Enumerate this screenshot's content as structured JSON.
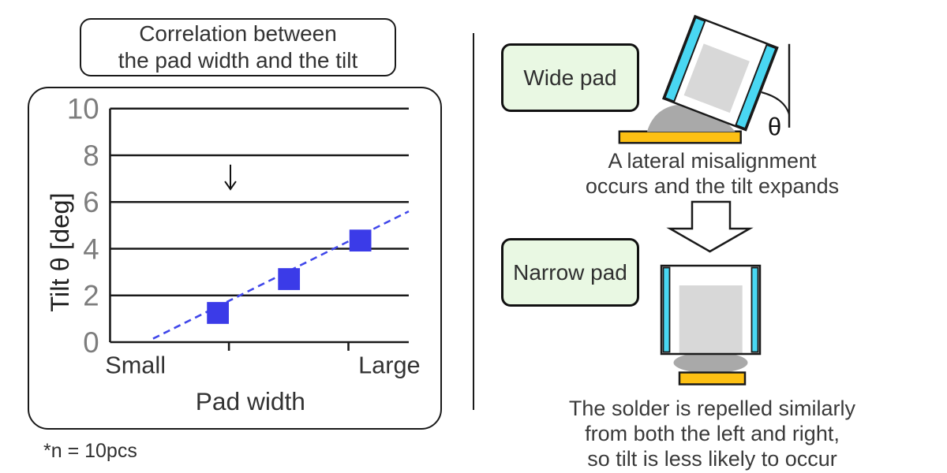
{
  "chart_panel": {
    "title": "Correlation between\nthe pad width and the tilt",
    "note": "*n = 10pcs"
  },
  "chart_data": {
    "type": "scatter",
    "title": "Correlation between the pad width and the tilt",
    "xlabel": "Pad width",
    "ylabel": "Tilt θ [deg]",
    "ylim": [
      0,
      10
    ],
    "yticks": [
      0,
      2,
      4,
      6,
      8,
      10
    ],
    "grid": true,
    "legend": null,
    "x_category_labels": [
      {
        "label": "Small",
        "x_frac": 0.085
      },
      {
        "label": "Large",
        "x_frac": 0.935
      }
    ],
    "x_tick_fracs": [
      0.398,
      0.798
    ],
    "points": [
      {
        "x_frac": 0.361,
        "y": 1.25
      },
      {
        "x_frac": 0.599,
        "y": 2.7
      },
      {
        "x_frac": 0.838,
        "y": 4.35
      }
    ],
    "marker": {
      "shape": "square",
      "size": 28,
      "color": "#3b3be8"
    },
    "trendline": {
      "style": "dashed",
      "color": "#4047ea",
      "from": {
        "x_frac": 0.144,
        "y": 0.15
      },
      "to": {
        "x_frac": 1.0,
        "y": 5.6
      }
    },
    "annotation_arrow": {
      "x_frac": 0.403,
      "y_from": 7.6,
      "y_to": 6.55
    },
    "note": "*n = 10pcs"
  },
  "right_panel": {
    "wide_section": {
      "label": "Wide pad",
      "caption": "A lateral misalignment\noccurs and the tilt expands",
      "theta_symbol": "θ"
    },
    "narrow_section": {
      "label": "Narrow pad",
      "caption": "The solder is repelled similarly\nfrom both the left and right,\nso tilt is less likely to occur"
    }
  },
  "colors": {
    "electrode_cyan": "#49d7f2",
    "pad_orange": "#fdc013",
    "solder_gray": "#a9a9a9",
    "body_gray": "#d8d8d8",
    "label_box_green": "#e9f8e3",
    "marker_blue": "#3b3be8",
    "trendline_blue": "#4047ea",
    "outline_black": "#1a1a1a",
    "tick_gray": "#7d7d7d",
    "text_dark": "#333333"
  }
}
